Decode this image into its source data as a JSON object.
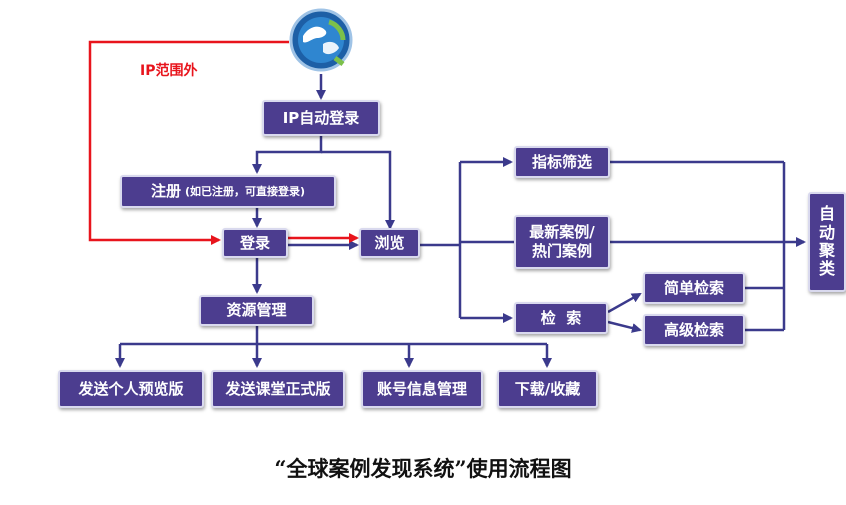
{
  "ip_out_of_range_label": "IP范围外",
  "nodes": {
    "ip_login": "IP自动登录",
    "register": "注册",
    "register_note": "(如已注册，可直接登录)",
    "login": "登录",
    "browse": "浏览",
    "resource_mgmt": "资源管理",
    "send_personal": "发送个人预览版",
    "send_class": "发送课堂正式版",
    "account_mgmt": "账号信息管理",
    "download": "下载/收藏",
    "filter": "指标筛选",
    "latest_line1": "最新案例/",
    "latest_line2": "热门案例",
    "search": "检  索",
    "simple_search": "简单检索",
    "advanced_search": "高级检索",
    "auto_cluster": [
      "自",
      "动",
      "聚",
      "类"
    ]
  },
  "caption": "“全球案例发现系统”使用流程图",
  "colors": {
    "box": "#4c3d8f",
    "connector": "#3b3a8c",
    "highlight": "#e8141c"
  }
}
